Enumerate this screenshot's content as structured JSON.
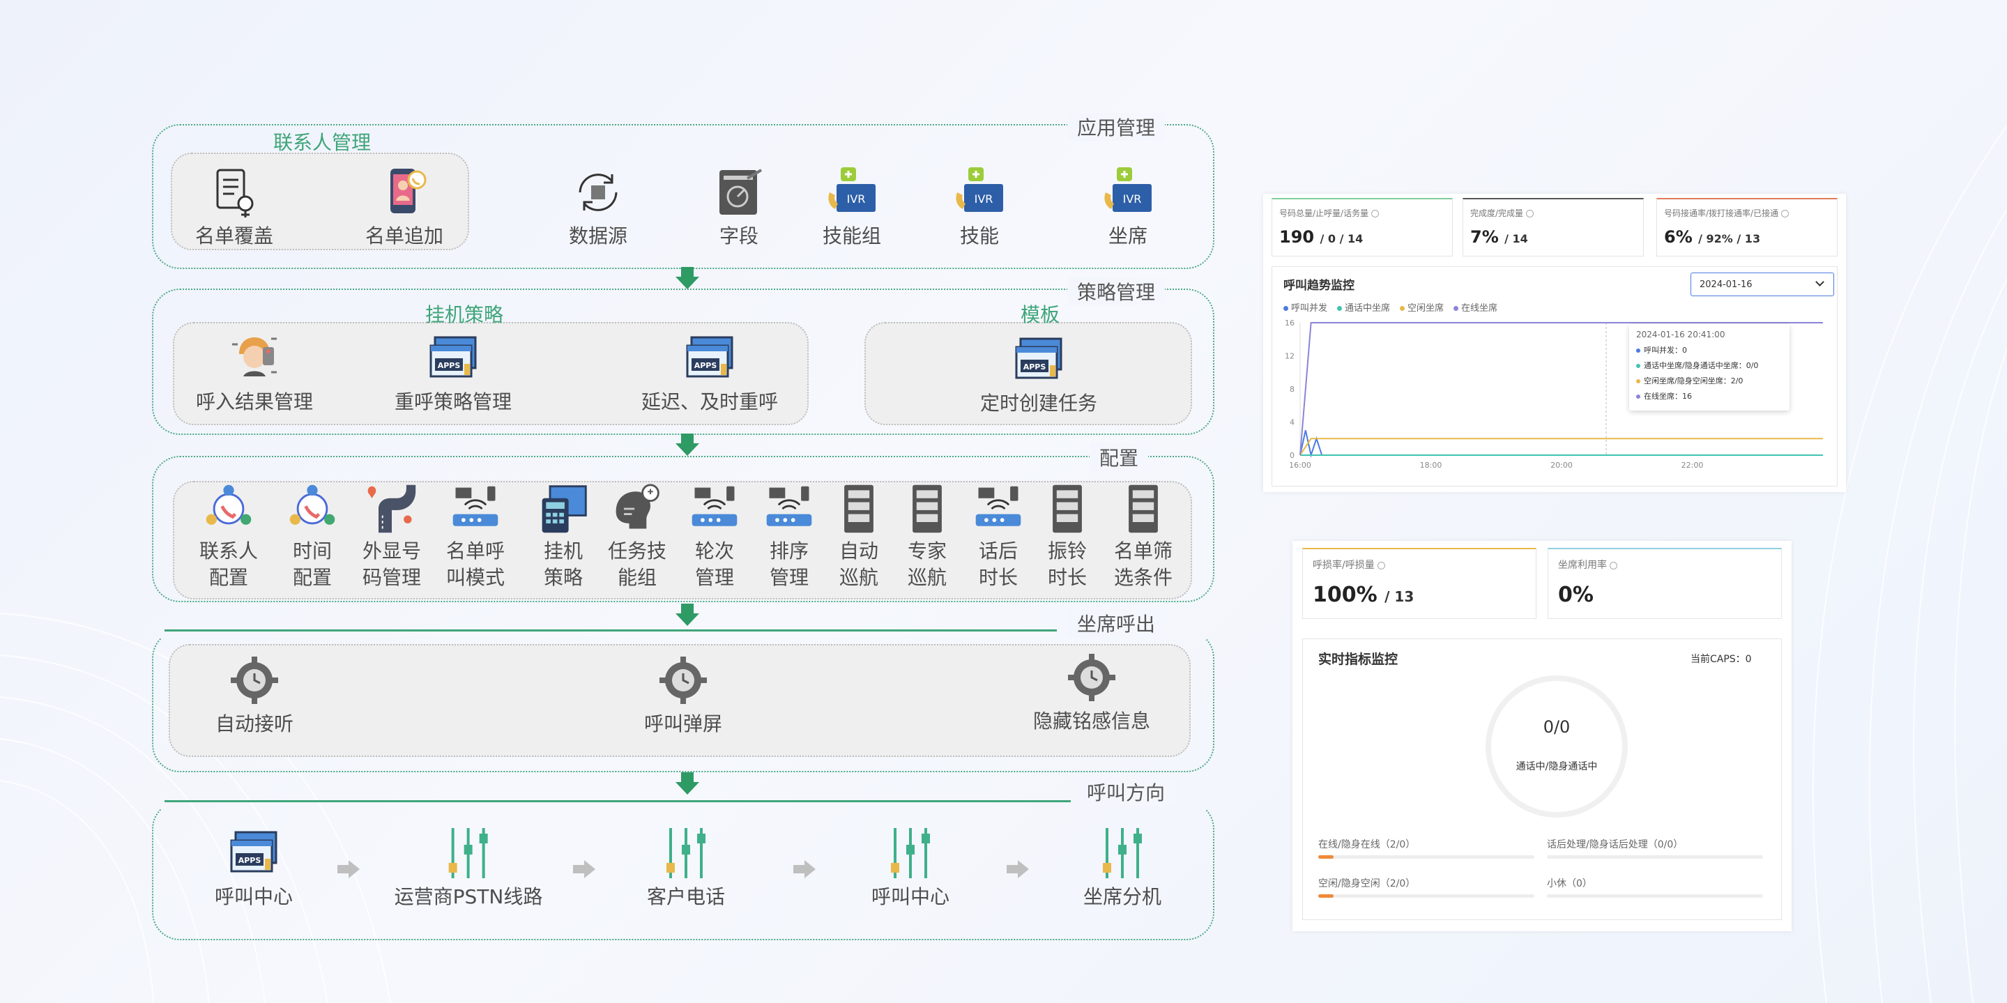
{
  "diagram": {
    "sections": {
      "app": {
        "title": "应用管理",
        "group_label": "联系人管理",
        "items": [
          {
            "label": "名单覆盖",
            "icon": "checklist-icon"
          },
          {
            "label": "名单追加",
            "icon": "phone-contact-icon"
          },
          {
            "label": "数据源",
            "icon": "data-sync-icon"
          },
          {
            "label": "字段",
            "icon": "field-chart-icon"
          },
          {
            "label": "技能组",
            "icon": "ivr-icon"
          },
          {
            "label": "技能",
            "icon": "ivr-icon"
          },
          {
            "label": "坐席",
            "icon": "ivr-icon"
          }
        ]
      },
      "strategy": {
        "title": "策略管理",
        "group_hangup": "挂机策略",
        "group_template": "模板",
        "items": [
          {
            "label": "呼入结果管理",
            "icon": "robot-icon"
          },
          {
            "label": "重呼策略管理",
            "icon": "apps-window-icon"
          },
          {
            "label": "延迟、及时重呼",
            "icon": "apps-window-icon"
          },
          {
            "label": "定时创建任务",
            "icon": "apps-window-icon"
          }
        ]
      },
      "config": {
        "title": "配置",
        "items": [
          {
            "label": "联系人\n配置",
            "icon": "network-phone-icon"
          },
          {
            "label": "时间\n配置",
            "icon": "network-phone-icon"
          },
          {
            "label": "外显号\n码管理",
            "icon": "road-pin-icon"
          },
          {
            "label": "名单呼\n叫模式",
            "icon": "router-icon"
          },
          {
            "label": "挂机\n策略",
            "icon": "calculator-icon"
          },
          {
            "label": "任务技\n能组",
            "icon": "head-idea-icon"
          },
          {
            "label": "轮次\n管理",
            "icon": "router-icon"
          },
          {
            "label": "排序\n管理",
            "icon": "router-icon"
          },
          {
            "label": "自动\n巡航",
            "icon": "server-icon"
          },
          {
            "label": "专家\n巡航",
            "icon": "server-icon"
          },
          {
            "label": "话后\n时长",
            "icon": "router-icon"
          },
          {
            "label": "振铃\n时长",
            "icon": "server-icon"
          },
          {
            "label": "名单筛\n选条件",
            "icon": "server-icon"
          }
        ]
      },
      "agent": {
        "title": "坐席呼出",
        "items": [
          {
            "label": "自动接听",
            "icon": "gear-clock-icon"
          },
          {
            "label": "呼叫弹屏",
            "icon": "gear-clock-icon"
          },
          {
            "label": "隐藏铭感信息",
            "icon": "gear-clock-icon"
          }
        ]
      },
      "direction": {
        "title": "呼叫方向",
        "items": [
          {
            "label": "呼叫中心",
            "icon": "apps-window-icon"
          },
          {
            "label": "运营商PSTN线路",
            "icon": "equalizer-icon"
          },
          {
            "label": "客户电话",
            "icon": "equalizer-icon"
          },
          {
            "label": "呼叫中心",
            "icon": "equalizer-icon"
          },
          {
            "label": "坐席分机",
            "icon": "equalizer-icon"
          }
        ]
      }
    }
  },
  "dashboard": {
    "kpis": [
      {
        "title": "号码总量/止呼量/话务量",
        "value": "190",
        "sub": "/ 0 / 14",
        "color": "#7fcf9a"
      },
      {
        "title": "完成度/完成量",
        "value": "7%",
        "sub": "/ 14",
        "color": "#555555"
      },
      {
        "title": "号码接通率/拨打接通率/已接通",
        "value": "6%",
        "sub": "/ 92% / 13",
        "color": "#e07b5a"
      }
    ],
    "trend": {
      "title": "呼叫趋势监控",
      "date": "2024-01-16",
      "legend": [
        {
          "name": "呼叫并发",
          "color": "#4a7be0"
        },
        {
          "name": "通话中坐席",
          "color": "#40c4b0"
        },
        {
          "name": "空闲坐席",
          "color": "#e8b94a"
        },
        {
          "name": "在线坐席",
          "color": "#8a84d8"
        }
      ],
      "tooltip": {
        "time": "2024-01-16 20:41:00",
        "lines": [
          "呼叫并发：0",
          "通话中坐席/隐身通话中坐席：0/0",
          "空闲坐席/隐身空闲坐席：2/0",
          "在线坐席：16"
        ]
      }
    },
    "kpis2": [
      {
        "title": "呼损率/呼损量",
        "value": "100%",
        "sub": "/ 13",
        "color": "#e8b94a"
      },
      {
        "title": "坐席利用率",
        "value": "0%",
        "sub": "",
        "color": "#8fd0e0"
      }
    ],
    "realtime": {
      "title": "实时指标监控",
      "caps": "当前CAPS：0",
      "ring_value": "0/0",
      "ring_label": "通话中/隐身通话中",
      "bars": [
        {
          "label": "在线/隐身在线（2/0）",
          "fill": 0.07
        },
        {
          "label": "话后处理/隐身话后处理（0/0）",
          "fill": 0
        },
        {
          "label": "空闲/隐身空闲（2/0）",
          "fill": 0.07
        },
        {
          "label": "小休（0）",
          "fill": 0
        }
      ]
    }
  },
  "chart_data": {
    "type": "line",
    "title": "呼叫趋势监控",
    "x_ticks": [
      "16:00",
      "18:00",
      "20:00",
      "22:00"
    ],
    "y_ticks": [
      0,
      4,
      8,
      12,
      16
    ],
    "ylim": [
      0,
      16
    ],
    "legend_position": "top-left",
    "series": [
      {
        "name": "呼叫并发",
        "color": "#4a7be0",
        "points": [
          [
            "16:00",
            0
          ],
          [
            "16:05",
            3
          ],
          [
            "16:10",
            0
          ],
          [
            "16:15",
            2
          ],
          [
            "16:20",
            0
          ],
          [
            "24:00",
            0
          ]
        ]
      },
      {
        "name": "通话中坐席",
        "color": "#40c4b0",
        "points": [
          [
            "16:00",
            0
          ],
          [
            "24:00",
            0
          ]
        ]
      },
      {
        "name": "空闲坐席",
        "color": "#e8b94a",
        "points": [
          [
            "16:00",
            0
          ],
          [
            "16:10",
            2
          ],
          [
            "24:00",
            2
          ]
        ]
      },
      {
        "name": "在线坐席",
        "color": "#8a84d8",
        "points": [
          [
            "16:00",
            0
          ],
          [
            "16:10",
            16
          ],
          [
            "24:00",
            16
          ]
        ]
      }
    ]
  }
}
